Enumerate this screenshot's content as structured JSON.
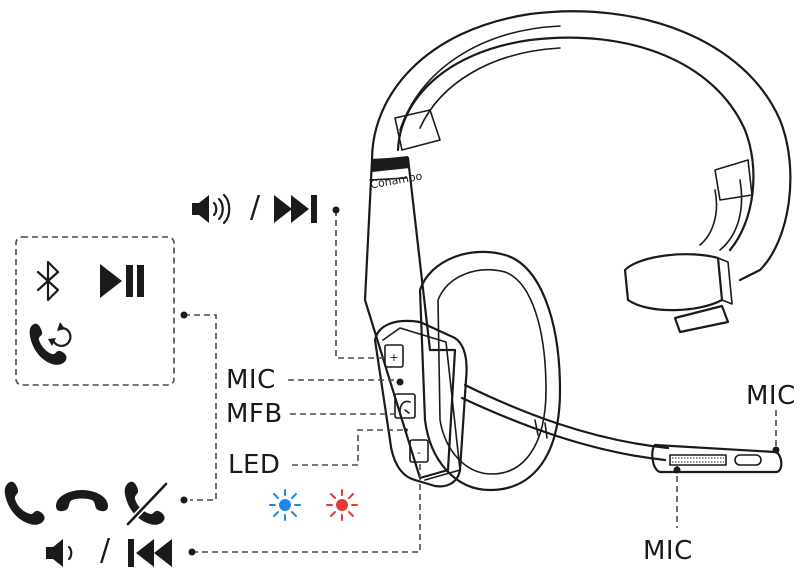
{
  "brand": "Conambo",
  "labels": {
    "mic_left": "MIC",
    "mfb": "MFB",
    "led": "LED",
    "mic_right": "MIC",
    "mic_bottom": "MIC"
  },
  "separators": {
    "volume_up_next": "/",
    "volume_down_prev": "/"
  },
  "icons": {
    "volume_up": "volume-up-icon",
    "next_track": "next-track-icon",
    "bluetooth": "bluetooth-icon",
    "play_pause": "play-pause-icon",
    "call_redial": "call-redial-icon",
    "answer_call": "phone-answer-icon",
    "hang_up": "phone-hangup-icon",
    "reject_call": "phone-reject-icon",
    "led_blue": "led-blue-icon",
    "led_red": "led-red-icon",
    "volume_down": "volume-down-icon",
    "previous_track": "previous-track-icon"
  },
  "colors": {
    "line": "#1a1a1a",
    "dash": "#555555",
    "led_blue": "#1e88e5",
    "led_red": "#e53935"
  }
}
